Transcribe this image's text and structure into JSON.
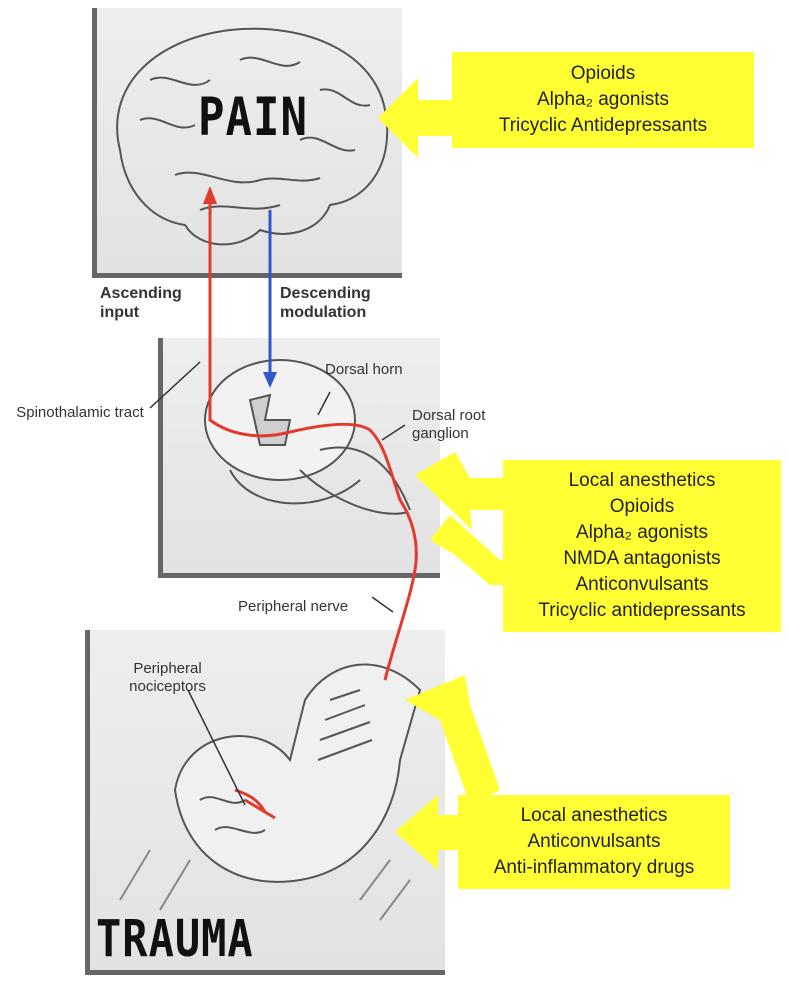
{
  "top_box": {
    "lines": [
      "Opioids",
      "Alpha₂ agonists",
      "Tricyclic Antidepressants"
    ]
  },
  "middle_box": {
    "lines": [
      "Local anesthetics",
      "Opioids",
      "Alpha₂ agonists",
      "NMDA antagonists",
      "Anticonvulsants",
      "Tricyclic antidepressants"
    ]
  },
  "bottom_box": {
    "lines": [
      "Local anesthetics",
      "Anticonvulsants",
      "Anti-inflammatory drugs"
    ]
  },
  "brain_panel": {
    "title": "PAIN"
  },
  "trauma_panel": {
    "title": "TRAUMA"
  },
  "labels": {
    "ascending": "Ascending input",
    "descending": "Descending modulation",
    "dorsal_horn": "Dorsal horn",
    "dorsal_root_ganglion": "Dorsal root ganglion",
    "spinothalamic_tract": "Spinothalamic tract",
    "peripheral_nerve": "Peripheral nerve",
    "peripheral_nociceptors": "Peripheral nociceptors"
  },
  "colors": {
    "callout": "#ffff33",
    "ascending_path": "#e23b2e",
    "descending_path": "#3355cc"
  }
}
